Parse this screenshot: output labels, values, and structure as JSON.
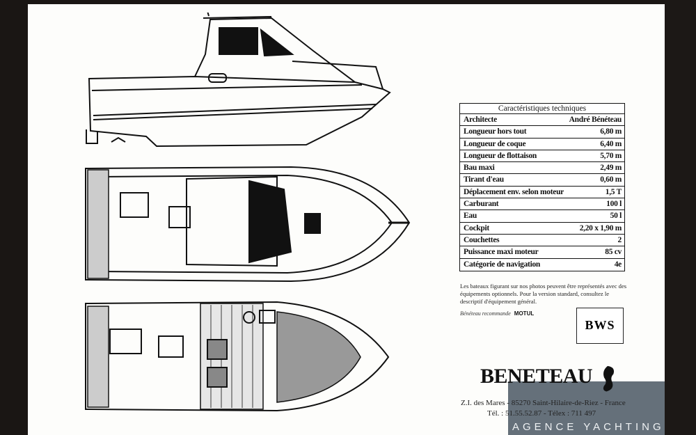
{
  "specs": {
    "title": "Caractéristiques techniques",
    "rows": [
      {
        "label": "Architecte",
        "value": "André Bénéteau"
      },
      {
        "label": "Longueur hors tout",
        "value": "6,80 m"
      },
      {
        "label": "Longueur de coque",
        "value": "6,40 m"
      },
      {
        "label": "Longueur de flottaison",
        "value": "5,70 m"
      },
      {
        "label": "Bau maxi",
        "value": "2,49 m"
      },
      {
        "label": "Tirant d'eau",
        "value": "0,60 m"
      },
      {
        "label": "Déplacement env. selon moteur",
        "value": "1,5 T"
      },
      {
        "label": "Carburant",
        "value": "100 l"
      },
      {
        "label": "Eau",
        "value": "50 l"
      },
      {
        "label": "Cockpit",
        "value": "2,20 x 1,90 m"
      },
      {
        "label": "Couchettes",
        "value": "2"
      },
      {
        "label": "Puissance maxi moteur",
        "value": "85 cv"
      },
      {
        "label": "Catégorie de navigation",
        "value": "4e"
      }
    ]
  },
  "note": "Les bateaux figurant sur nos photos peuvent être représentés avec des équipements optionnels. Pour la version standard, consultez le descriptif d'équipement général.",
  "recommend": {
    "text": "Bénéteau recommande",
    "brand": "MOTUL"
  },
  "bws_logo": "BWS",
  "brand": "BENETEAU",
  "address": {
    "line1": "Z.I. des Mares - 85270 Saint-Hilaire-de-Riez - France",
    "line2": "Tél. : 51.55.52.87 - Télex : 711 497"
  },
  "watermark": "AGENCE YACHTING",
  "colors": {
    "overlay": "#505c68",
    "border": "#1a1614"
  }
}
